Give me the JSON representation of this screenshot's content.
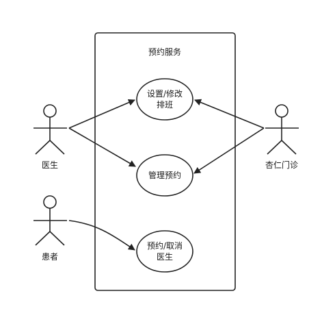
{
  "system": {
    "title": "预约服务"
  },
  "actors": {
    "doctor": {
      "label": "医生"
    },
    "patient": {
      "label": "患者"
    },
    "clinic": {
      "label": "杏仁门诊"
    }
  },
  "use_cases": {
    "set_schedule": {
      "line1": "设置/修改",
      "line2": "排班"
    },
    "manage_booking": {
      "line1": "管理预约"
    },
    "book_cancel": {
      "line1": "预约/取消",
      "line2": "医生"
    }
  }
}
